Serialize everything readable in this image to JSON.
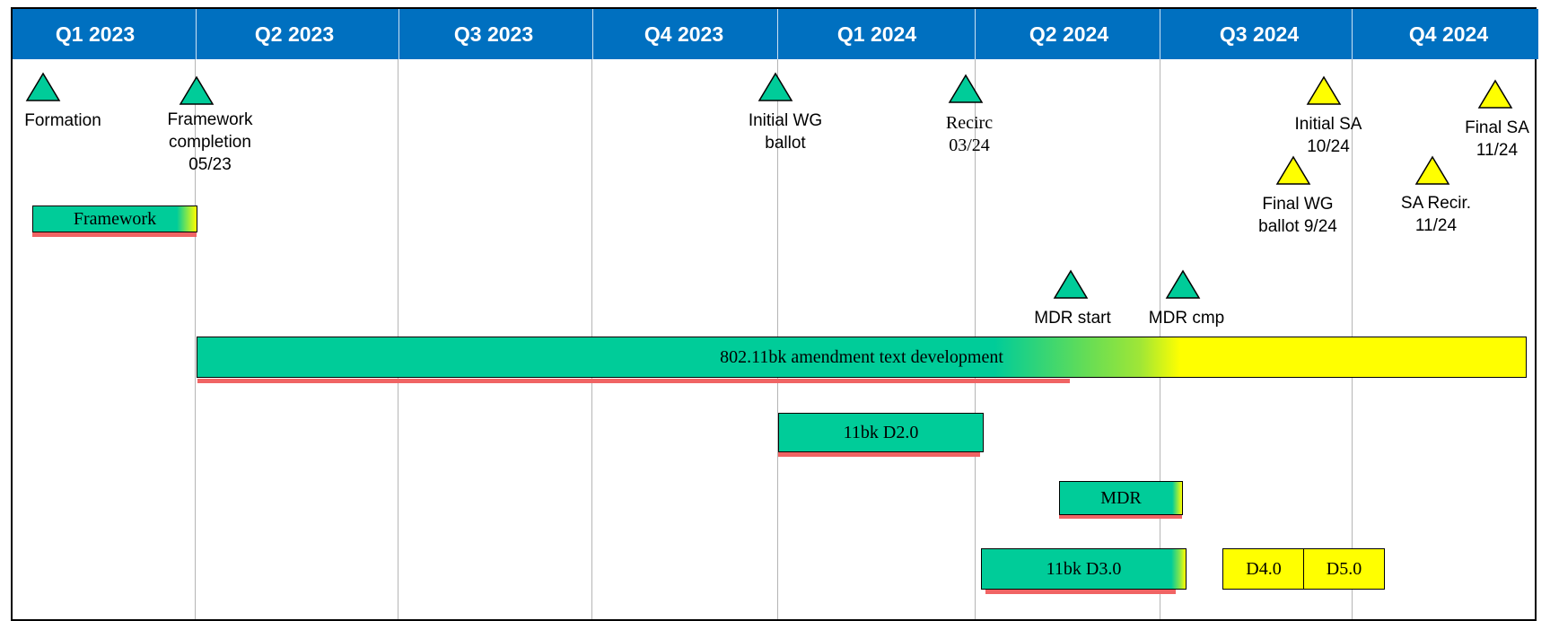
{
  "quarters": [
    "Q1 2023",
    "Q2 2023",
    "Q3 2023",
    "Q4 2023",
    "Q1 2024",
    "Q2 2024",
    "Q3 2024",
    "Q4 2024"
  ],
  "milestones": {
    "formation": "Formation",
    "framework_completion": [
      "Framework",
      "completion",
      "05/23"
    ],
    "initial_wg_ballot": [
      "Initial WG",
      "ballot"
    ],
    "recirc": [
      "Recirc",
      "03/24"
    ],
    "mdr_start": "MDR start",
    "mdr_cmp": "MDR cmp",
    "initial_sa": [
      "Initial SA",
      "10/24"
    ],
    "final_wg_ballot": [
      "Final WG",
      "ballot 9/24"
    ],
    "final_sa": [
      "Final SA",
      "11/24"
    ],
    "sa_recir": [
      "SA Recir.",
      "11/24"
    ]
  },
  "bars": {
    "framework": "Framework",
    "amendment": "802.11bk amendment text development",
    "d2": "11bk D2.0",
    "mdr": "MDR",
    "d3": "11bk D3.0",
    "d4": "D4.0",
    "d5": "D5.0"
  },
  "colors": {
    "header": "#0070c0",
    "in_progress": "#00cc99",
    "future": "#ffff00",
    "underline": "#f06464"
  }
}
